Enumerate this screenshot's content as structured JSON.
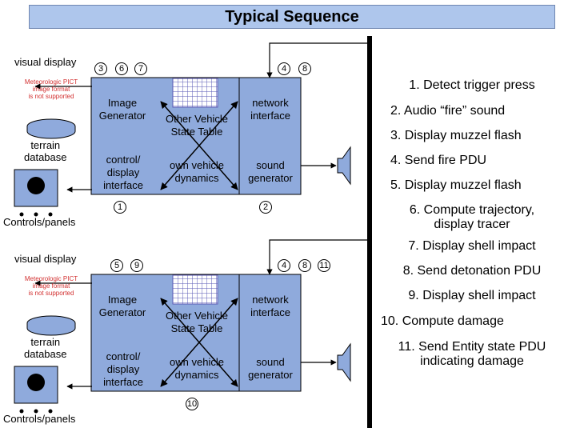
{
  "title": "Typical Sequence",
  "panels": [
    {
      "visual_display": "visual display",
      "missing_image": "Meteorologic PICT\nimage format\nis not supported",
      "terrain_db": "terrain\ndatabase",
      "controls": "Controls/panels",
      "top_left_steps": [
        "3",
        "6",
        "7"
      ],
      "top_right_steps": [
        "4",
        "8"
      ],
      "bottom_steps": [
        "1",
        "2"
      ],
      "image_generator": "Image\nGenerator",
      "other_vehicle": "Other Vehicle\nState Table",
      "network_interface": "network\ninterface",
      "control_display": "control/\ndisplay\ninterface",
      "own_dynamics": "own vehicle\ndynamics",
      "sound_generator": "sound\ngenerator"
    },
    {
      "visual_display": "visual display",
      "missing_image": "Meteorologic PICT\nimage format\nis not supported",
      "terrain_db": "terrain\ndatabase",
      "controls": "Controls/panels",
      "top_left_steps": [
        "5",
        "9"
      ],
      "top_right_steps": [
        "4",
        "8",
        "11"
      ],
      "bottom_steps": [
        "10"
      ],
      "image_generator": "Image\nGenerator",
      "other_vehicle": "Other Vehicle\nState Table",
      "network_interface": "network\ninterface",
      "control_display": "control/\ndisplay\ninterface",
      "own_dynamics": "own vehicle\ndynamics",
      "sound_generator": "sound\ngenerator"
    }
  ],
  "steps": [
    "1. Detect trigger press",
    "2. Audio “fire” sound",
    "3. Display muzzel flash",
    "4. Send fire PDU",
    "5. Display muzzel flash",
    "6. Compute trajectory,\ndisplay tracer",
    "7. Display shell impact",
    "8. Send detonation PDU",
    "9. Display shell impact",
    "10. Compute damage",
    "11. Send Entity state PDU\nindicating damage"
  ],
  "colors": {
    "box": "#8faadc",
    "title_bg": "#aec6ec",
    "line": "#000000"
  }
}
